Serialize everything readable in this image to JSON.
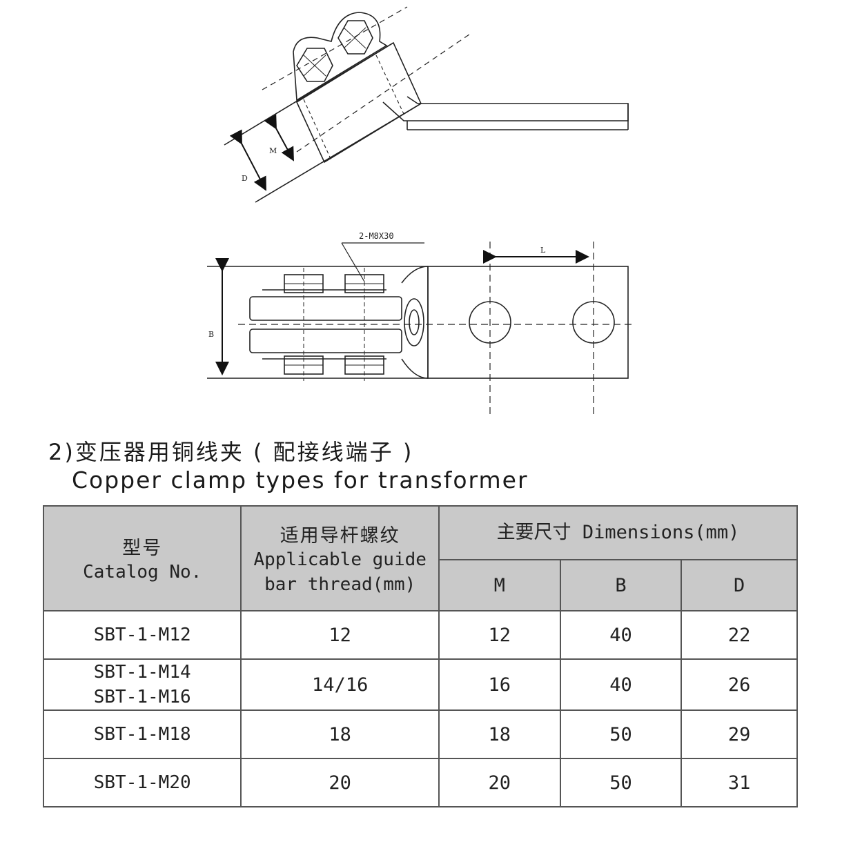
{
  "drawing": {
    "top_view": {
      "label_d": "D",
      "label_m": "M"
    },
    "side_view": {
      "bolt_callout": "2-M8X30",
      "label_b": "B",
      "label_l": "L"
    }
  },
  "section": {
    "title_cn": "2)变压器用铜线夹 ( 配接线端子 )",
    "title_en": "Copper clamp types for transformer"
  },
  "table": {
    "headers": {
      "catalog_cn": "型号",
      "catalog_en": "Catalog No.",
      "thread_cn": "适用导杆螺纹",
      "thread_en_1": "Applicable guide",
      "thread_en_2": "bar thread(mm)",
      "dims": "主要尺寸 Dimensions(mm)",
      "m": "M",
      "b": "B",
      "d": "D"
    },
    "rows": [
      {
        "catalog_1": "SBT-1-M12",
        "catalog_2": "",
        "thread": "12",
        "m": "12",
        "b": "40",
        "d": "22"
      },
      {
        "catalog_1": "SBT-1-M14",
        "catalog_2": "SBT-1-M16",
        "thread": "14/16",
        "m": "16",
        "b": "40",
        "d": "26"
      },
      {
        "catalog_1": "SBT-1-M18",
        "catalog_2": "",
        "thread": "18",
        "m": "18",
        "b": "50",
        "d": "29"
      },
      {
        "catalog_1": "SBT-1-M20",
        "catalog_2": "",
        "thread": "20",
        "m": "20",
        "b": "50",
        "d": "31"
      }
    ]
  }
}
